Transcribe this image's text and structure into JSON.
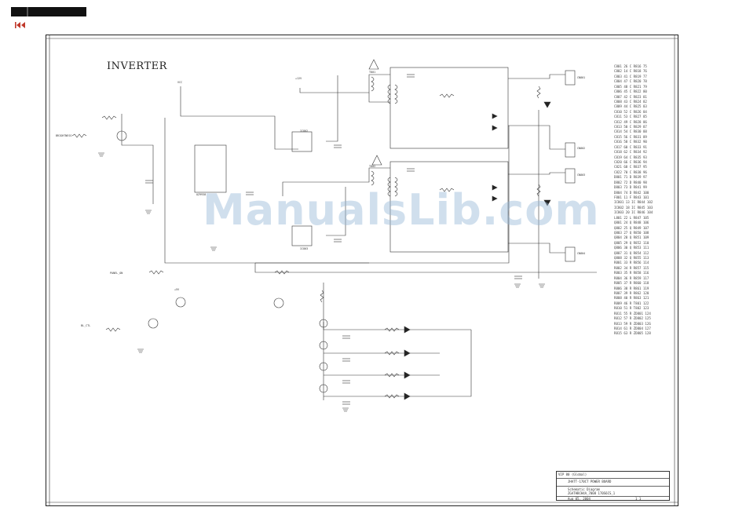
{
  "sheet": {
    "title": "INVERTER",
    "watermark": "ManualsLib.com"
  },
  "title_block": {
    "line1": "VIP 80  (Global)",
    "line2": "JHATT-170CT POWER BOARD",
    "line3": "Schematic Diagram",
    "line4": "ZGATHBCH4A_7008 170S6CS_1",
    "date": "Aug 05, 2004",
    "page": "1   1"
  },
  "parts_list": [
    "C801 26 C R816 75",
    "C802 14 C R818 76",
    "C803 41 C R819 77",
    "C804 47 C R820 78",
    "C805 48 C R821 79",
    "C806 45 C R822 80",
    "C807 42 C R823 81",
    "C808 43 C R824 82",
    "C809 44 C R825 83",
    "C810 52 C R826 84",
    "C811 53 C R827 85",
    "C812 49 C R828 86",
    "C813 50 C R829 87",
    "C814 54 C R830 88",
    "C815 56 C R831 89",
    "C816 58 C R832 90",
    "C817 60 C R833 91",
    "C818 62 C R834 92",
    "C819 64 C R835 93",
    "C820 66 C R836 94",
    "C821 68 C R837 95",
    "C822 70 C R838 96",
    "D801 71 D R839 97",
    "D802 72 D R840 98",
    "D803 73 D R841 99",
    "D804 74 D R842 100",
    "F801 11 F R843 101",
    "IC801 13 IC R844 102",
    "IC802 18 IC R845 103",
    "IC803 20 IC R846 104",
    "L801 22 L R847 105",
    "Q801 24 Q R848 106",
    "Q802 25 Q R849 107",
    "Q803 27 Q R850 108",
    "Q804 28 Q R851 109",
    "Q805 29 Q R852 110",
    "Q806 30 Q R853 111",
    "Q807 31 Q R854 112",
    "Q808 32 Q R855 113",
    "R801 33 R R856 114",
    "R802 34 R R857 115",
    "R803 35 R R858 116",
    "R804 36 R R859 117",
    "R805 37 R R860 118",
    "R806 38 R R861 119",
    "R807 39 R R862 120",
    "R808 40 R R863 121",
    "R809 46 R T801 122",
    "R810 51 R T802 123",
    "R811 55 R ZD801 124",
    "R812 57 R ZD802 125",
    "R813 59 R ZD803 126",
    "R814 61 R ZD804 127",
    "R815 63 R ZD805 128"
  ],
  "labels": {
    "brightness": "BRIGHTNESS",
    "vcc": "VCC",
    "panel_on": "PANEL_ON",
    "bl_ctl": "BL_CTL",
    "p5v": "+5V",
    "p12v": "+12V",
    "ic1": "OZ9938",
    "ic2": "IC802",
    "ic3": "IC803",
    "t1": "T801",
    "t2": "T802",
    "cn1": "CN801",
    "cn2": "CN802",
    "cn3": "CN803",
    "cn4": "CN804"
  },
  "colors": {
    "ink": "#222222",
    "watermark": "#96b9d7"
  }
}
